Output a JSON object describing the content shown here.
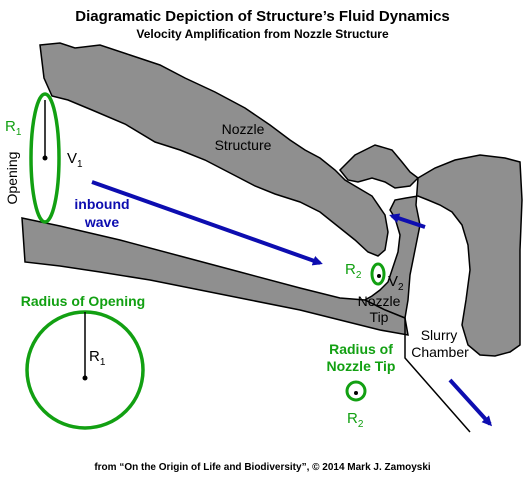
{
  "title": "Diagramatic Depiction of Structure’s Fluid Dynamics",
  "subtitle": "Velocity Amplification from Nozzle Structure",
  "labels": {
    "nozzle_structure_1": "Nozzle",
    "nozzle_structure_2": "Structure",
    "opening": "Opening",
    "r1_base": "R",
    "r1_sub": "1",
    "v1_base": "V",
    "v1_sub": "1",
    "inbound_1": "inbound",
    "inbound_2": "wave",
    "r2_base": "R",
    "r2_sub": "2",
    "v2_base": "V",
    "v2_sub": "2",
    "nozzle_tip_1": "Nozzle",
    "nozzle_tip_2": "Tip",
    "radius_opening": "Radius of Opening",
    "legend_r1_base": "R",
    "legend_r1_sub": "1",
    "radius_tip_1": "Radius of",
    "radius_tip_2": "Nozzle Tip",
    "legend_r2_base": "R",
    "legend_r2_sub": "2",
    "slurry_1": "Slurry",
    "slurry_2": "Chamber"
  },
  "credit": "from “On the Origin of Life and Biodiversity”,  © 2014 Mark J. Zamoyski",
  "colors": {
    "structure": "#8f8f8f",
    "outline": "#000000",
    "green": "#12a012",
    "arrow_blue": "#0d0db0",
    "label_green": "#12a012"
  }
}
